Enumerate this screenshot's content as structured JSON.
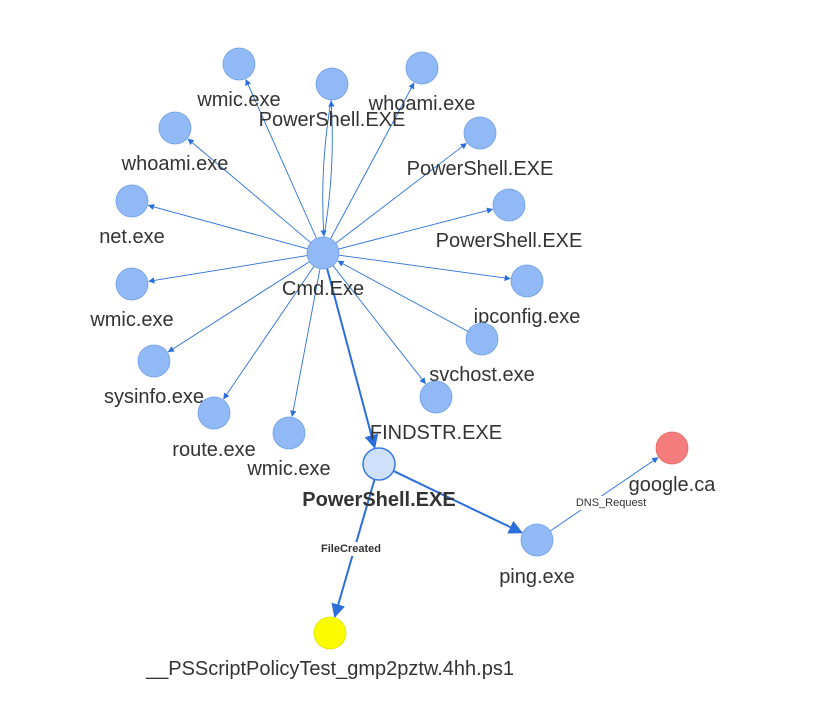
{
  "graph": {
    "colors": {
      "process": "#91b9f5",
      "process_stroke": "#6f9fe8",
      "selected": "#cfe0fb",
      "selected_stroke": "#3a7ae0",
      "domain": "#f47c7c",
      "file": "#fbfb00",
      "edge": "#2a6fdb",
      "edge_label_bg": "#ffffff"
    },
    "nodes": [
      {
        "id": "cmd",
        "label": "Cmd.Exe",
        "kind": "process"
      },
      {
        "id": "wmic1",
        "label": "wmic.exe",
        "kind": "process"
      },
      {
        "id": "ps1",
        "label": "PowerShell.EXE",
        "kind": "process"
      },
      {
        "id": "whoami1",
        "label": "whoami.exe",
        "kind": "process"
      },
      {
        "id": "whoami2",
        "label": "whoami.exe",
        "kind": "process"
      },
      {
        "id": "ps2",
        "label": "PowerShell.EXE",
        "kind": "process"
      },
      {
        "id": "net",
        "label": "net.exe",
        "kind": "process"
      },
      {
        "id": "ps3",
        "label": "PowerShell.EXE",
        "kind": "process"
      },
      {
        "id": "wmic2",
        "label": "wmic.exe",
        "kind": "process"
      },
      {
        "id": "ipconfig",
        "label": "ipconfig.exe",
        "kind": "process"
      },
      {
        "id": "sysinfo",
        "label": "sysinfo.exe",
        "kind": "process"
      },
      {
        "id": "svchost",
        "label": "svchost.exe",
        "kind": "process"
      },
      {
        "id": "route",
        "label": "route.exe",
        "kind": "process"
      },
      {
        "id": "wmic3",
        "label": "wmic.exe",
        "kind": "process"
      },
      {
        "id": "findstr",
        "label": "FINDSTR.EXE",
        "kind": "process"
      },
      {
        "id": "psmain",
        "label": "PowerShell.EXE",
        "kind": "selected"
      },
      {
        "id": "google",
        "label": "google.ca",
        "kind": "domain"
      },
      {
        "id": "ping",
        "label": "ping.exe",
        "kind": "process"
      },
      {
        "id": "script",
        "label": "__PSScriptPolicyTest_gmp2pztw.4hh.ps1",
        "kind": "file"
      }
    ],
    "edges": [
      {
        "from": "cmd",
        "to": "wmic1",
        "label": ""
      },
      {
        "from": "cmd",
        "to": "ps1",
        "label": ""
      },
      {
        "from": "ps1",
        "to": "cmd",
        "label": ""
      },
      {
        "from": "cmd",
        "to": "whoami2",
        "label": ""
      },
      {
        "from": "cmd",
        "to": "whoami1",
        "label": ""
      },
      {
        "from": "cmd",
        "to": "ps2",
        "label": ""
      },
      {
        "from": "cmd",
        "to": "net",
        "label": ""
      },
      {
        "from": "cmd",
        "to": "ps3",
        "label": ""
      },
      {
        "from": "cmd",
        "to": "wmic2",
        "label": ""
      },
      {
        "from": "cmd",
        "to": "ipconfig",
        "label": ""
      },
      {
        "from": "cmd",
        "to": "sysinfo",
        "label": ""
      },
      {
        "from": "svchost",
        "to": "cmd",
        "label": ""
      },
      {
        "from": "cmd",
        "to": "route",
        "label": ""
      },
      {
        "from": "cmd",
        "to": "wmic3",
        "label": ""
      },
      {
        "from": "cmd",
        "to": "findstr",
        "label": ""
      },
      {
        "from": "cmd",
        "to": "psmain",
        "label": ""
      },
      {
        "from": "psmain",
        "to": "ping",
        "label": ""
      },
      {
        "from": "ping",
        "to": "google",
        "label": "DNS_Request"
      },
      {
        "from": "psmain",
        "to": "script",
        "label": "FileCreated"
      }
    ]
  }
}
